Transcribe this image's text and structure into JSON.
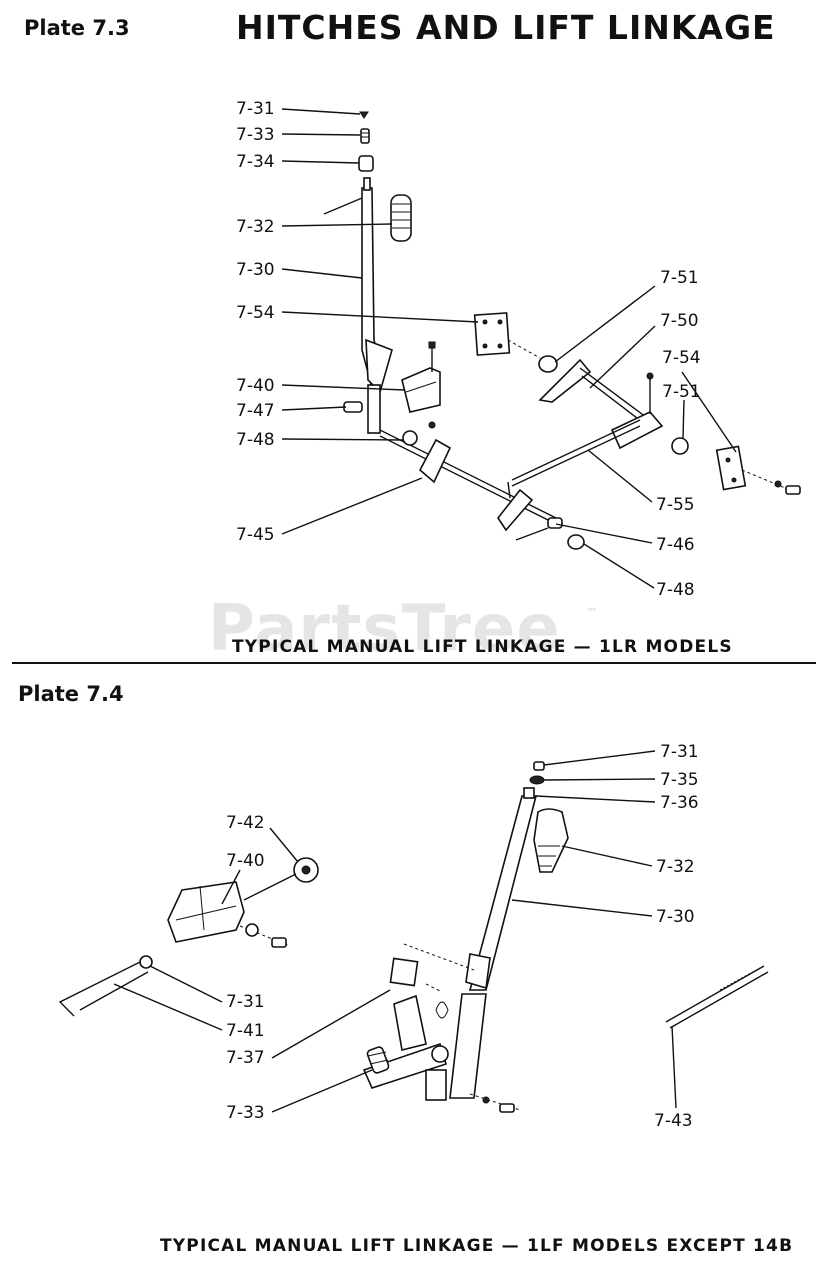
{
  "page_title": "HITCHES AND LIFT LINKAGE",
  "plate_top_label": "Plate 7.3",
  "plate_bottom_label": "Plate 7.4",
  "caption_top": "TYPICAL MANUAL LIFT LINKAGE — 1LR MODELS",
  "caption_bottom": "TYPICAL MANUAL LIFT LINKAGE — 1LF MODELS EXCEPT 14B",
  "watermark": "PartsTree",
  "watermark_mark": "™",
  "plate_7_3_callouts": [
    "7-31",
    "7-33",
    "7-34",
    "7-32",
    "7-30",
    "7-54",
    "7-40",
    "7-47",
    "7-48",
    "7-45",
    "7-51",
    "7-50",
    "7-54",
    "7-51",
    "7-55",
    "7-46",
    "7-48"
  ],
  "plate_7_4_callouts": [
    "7-31",
    "7-35",
    "7-36",
    "7-32",
    "7-30",
    "7-42",
    "7-40",
    "7-31",
    "7-41",
    "7-37",
    "7-33",
    "7-43"
  ]
}
